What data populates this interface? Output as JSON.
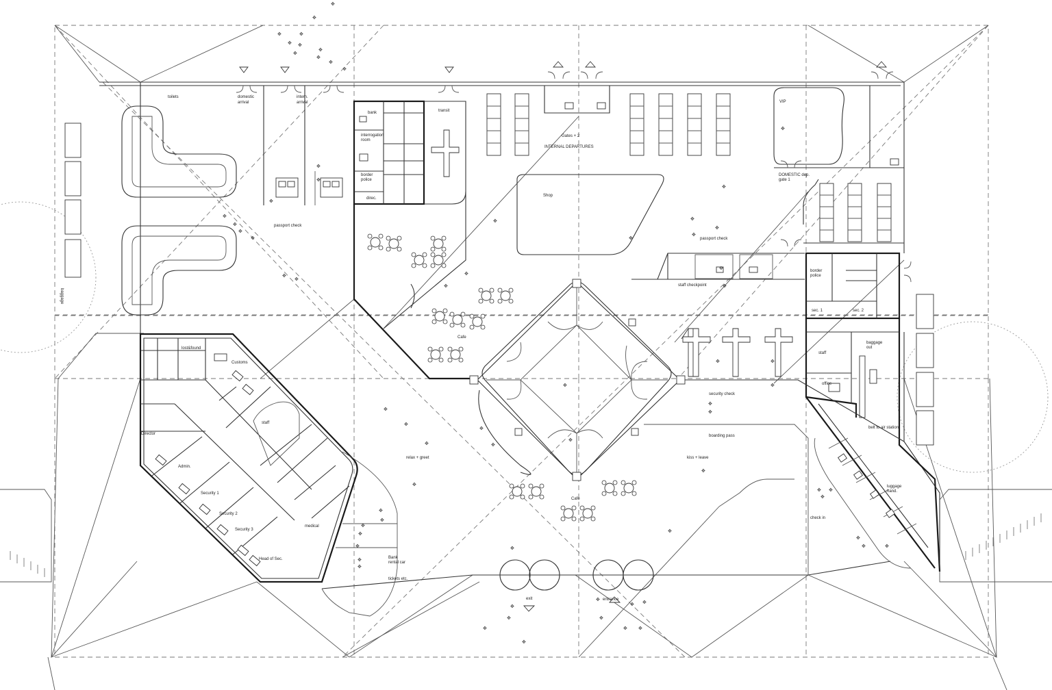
{
  "labels": {
    "toilets": "toilets",
    "domestic_arrivals": "domestic\narrival",
    "intern_arrivals": "intern.\narrival",
    "bank": "bank",
    "interrogation_room": "interrogation\nroom",
    "border_police_left": "border\npolice",
    "director_small": "direc.",
    "transit": "transit",
    "gates": "Gates + 2",
    "internal_departures": "INTERNAL DEPARTURES",
    "vip": "VIP",
    "domestic_gate": "DOMESTIC dep.\ngate 1",
    "shop": "Shop",
    "passport_check_left": "passport check",
    "passport_check_right": "passport check",
    "staff_checkpoint": "staff checkpoint",
    "border_police_right": "border\npolice",
    "sec1": "sec. 1",
    "sec2": "sec. 2",
    "cafe_upper": "Cafe",
    "lost_found": "lost&found",
    "customs": "Customs",
    "staff_left": "staff",
    "director": "Director",
    "admin": "Admin.",
    "security1": "Security 1",
    "security2": "Security 2",
    "security3": "Security 3",
    "head_of_sec": "Head of Sec.",
    "medical": "medical",
    "bank_rental": "Bank\nrental car",
    "tickets": "tickets etc.",
    "relax_greet": "relax + greet",
    "cafe_lower": "Cafe",
    "exit": "exit",
    "entrance": "entrance",
    "security_check": "security check",
    "boarding_pass": "boarding pass",
    "kiss_leave": "kiss + leave",
    "check_in": "check in",
    "staff_right": "staff",
    "office": "office",
    "baggage_out": "baggage\nout",
    "belt": "belt to air station",
    "luggage_hand": "luggage\nhand.",
    "baggage_left": "baggage"
  }
}
